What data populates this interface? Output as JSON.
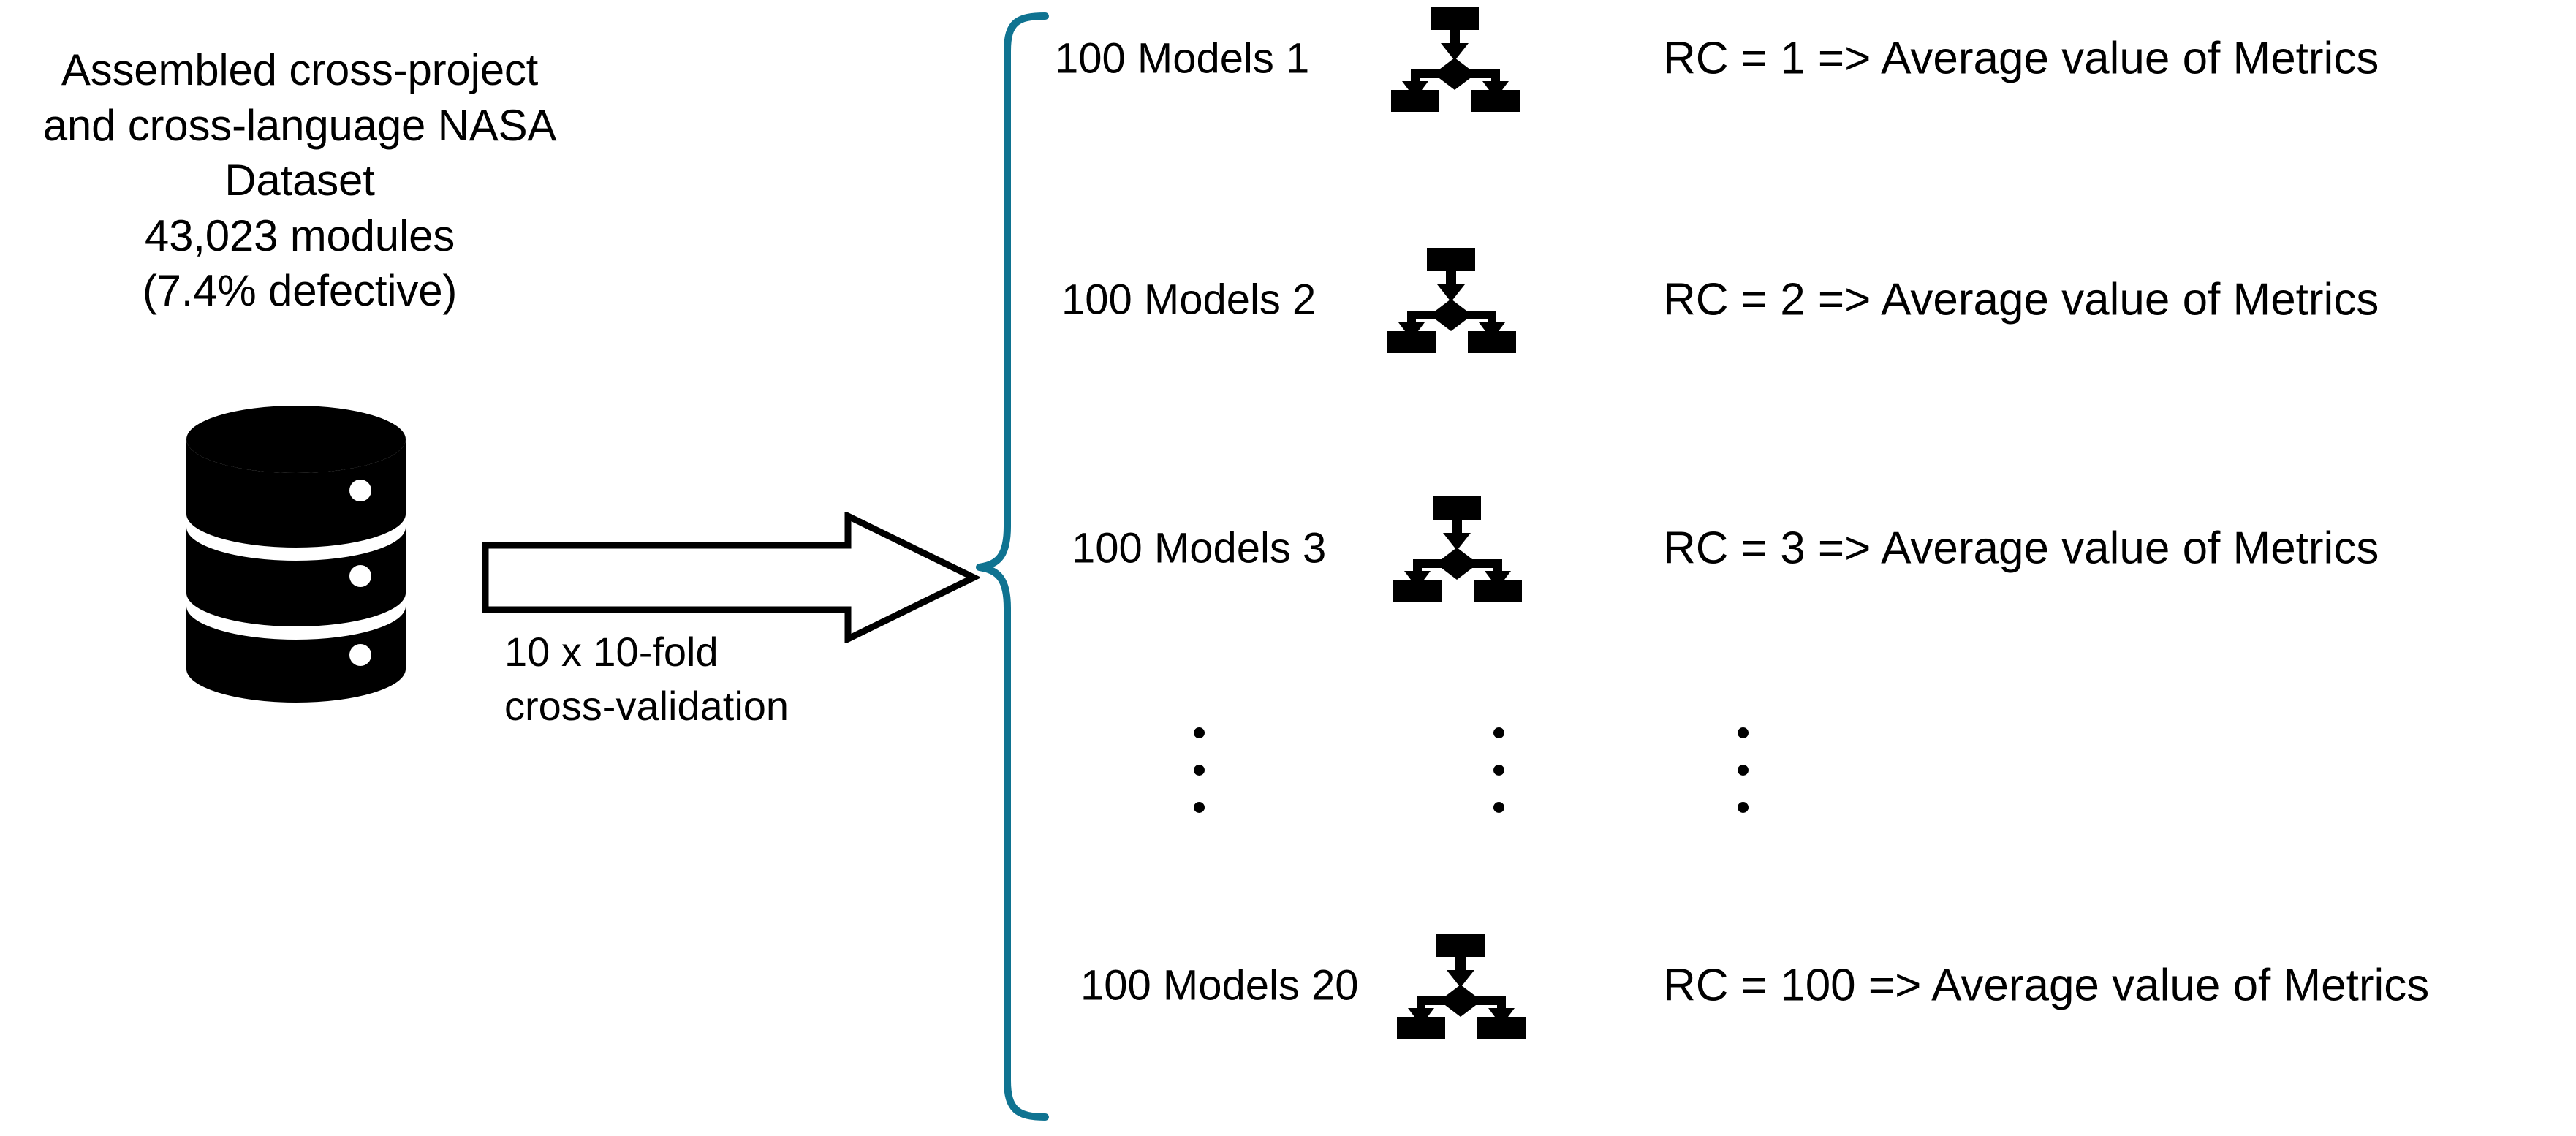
{
  "figure": {
    "background_color": "#ffffff",
    "text_color": "#000000",
    "brace_color": "#0f7391"
  },
  "left_panel": {
    "dataset_caption_lines": [
      "Assembled cross-project",
      "and cross-language NASA",
      "Dataset",
      "43,023 modules",
      "(7.4% defective)"
    ],
    "database_icon": "database-cylinder-icon",
    "arrow_icon": "block-arrow-right-icon",
    "cv_caption_lines": [
      "10 x 10-fold",
      "cross-validation"
    ]
  },
  "brace": {
    "icon": "left-curly-brace",
    "color": "#0f7391"
  },
  "rows": [
    {
      "label": "100 Models 1",
      "icon": "decision-tree-icon",
      "rc_text": "RC = 1 => Average value of Metrics"
    },
    {
      "label": "100 Models 2",
      "icon": "decision-tree-icon",
      "rc_text": "RC = 2 => Average value of Metrics"
    },
    {
      "label": "100 Models 3",
      "icon": "decision-tree-icon",
      "rc_text": "RC = 3 => Average value of Metrics"
    },
    {
      "label": "100 Models 20",
      "icon": "decision-tree-icon",
      "rc_text": "RC = 100 => Average value of Metrics"
    }
  ],
  "ellipsis": {
    "columns": 3,
    "dots_per_column": 3
  }
}
